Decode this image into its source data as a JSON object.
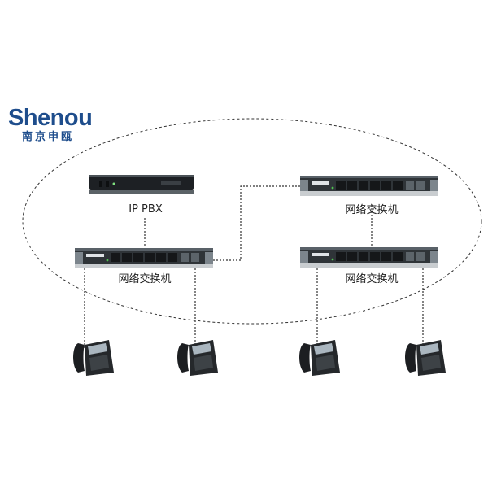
{
  "brand": {
    "name": "Shenou",
    "name_cn": "南京申瓯"
  },
  "nodes": {
    "pbx": {
      "label": "IP PBX",
      "icon": "ip-pbx-server-icon"
    },
    "switch_top_right": {
      "label": "网络交换机",
      "icon": "network-switch-icon"
    },
    "switch_left": {
      "label": "网络交换机",
      "icon": "network-switch-icon"
    },
    "switch_right": {
      "label": "网络交换机",
      "icon": "network-switch-icon"
    }
  },
  "phones": [
    {
      "icon": "ip-phone-icon"
    },
    {
      "icon": "ip-phone-icon"
    },
    {
      "icon": "ip-phone-icon"
    },
    {
      "icon": "ip-phone-icon"
    }
  ],
  "colors": {
    "brand": "#1e4d8c",
    "device": "#2b3034",
    "line": "#333333"
  }
}
